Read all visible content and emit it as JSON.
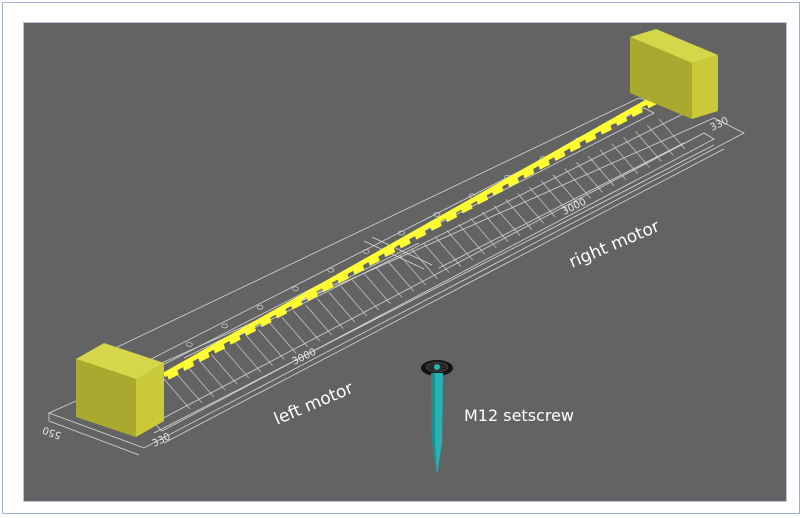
{
  "labels": {
    "left_motor": "left motor",
    "right_motor": "right motor",
    "setscrew": "M12 setscrew"
  },
  "dimensions": {
    "length_left": "3000",
    "length_right": "3000",
    "end_left": "330",
    "end_right": "330",
    "width": "550"
  },
  "colors": {
    "background": "#636363",
    "motor_block": "#c9c93a",
    "track": "#ffff33",
    "setscrew": "#25b3b3",
    "outline": "#d8d8d8"
  }
}
